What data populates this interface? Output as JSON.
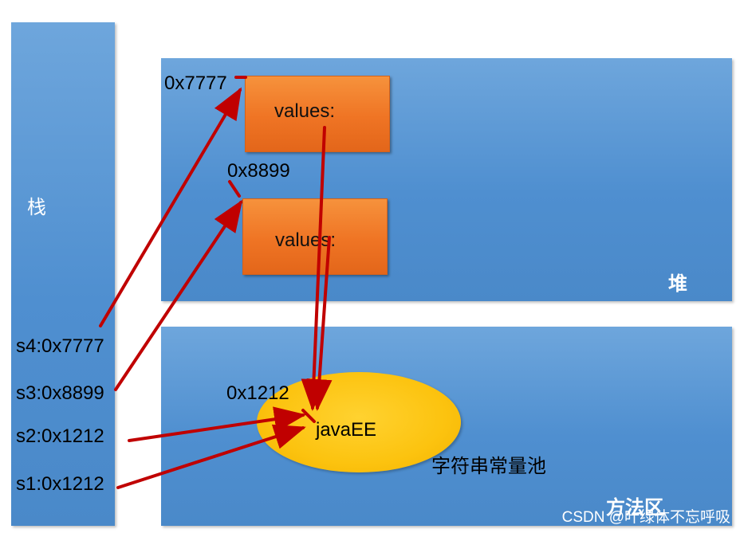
{
  "stack": {
    "title": "栈",
    "vars": [
      "s4:0x7777",
      "s3:0x8899",
      "s2:0x1212",
      "s1:0x1212"
    ]
  },
  "heap": {
    "title": "堆",
    "objects": [
      {
        "address": "0x7777",
        "text": "values:"
      },
      {
        "address": "0x8899",
        "text": "values:"
      }
    ]
  },
  "method_area": {
    "title": "方法区",
    "pool_label": "字符串常量池",
    "pool_address": "0x1212",
    "pool_value": "javaEE"
  },
  "watermark": "CSDN @叶绿体不忘呼吸",
  "colors": {
    "arrow": "#c00000",
    "region": "#5b9bd5",
    "object": "#f07a28",
    "pool": "#fcc30f"
  }
}
